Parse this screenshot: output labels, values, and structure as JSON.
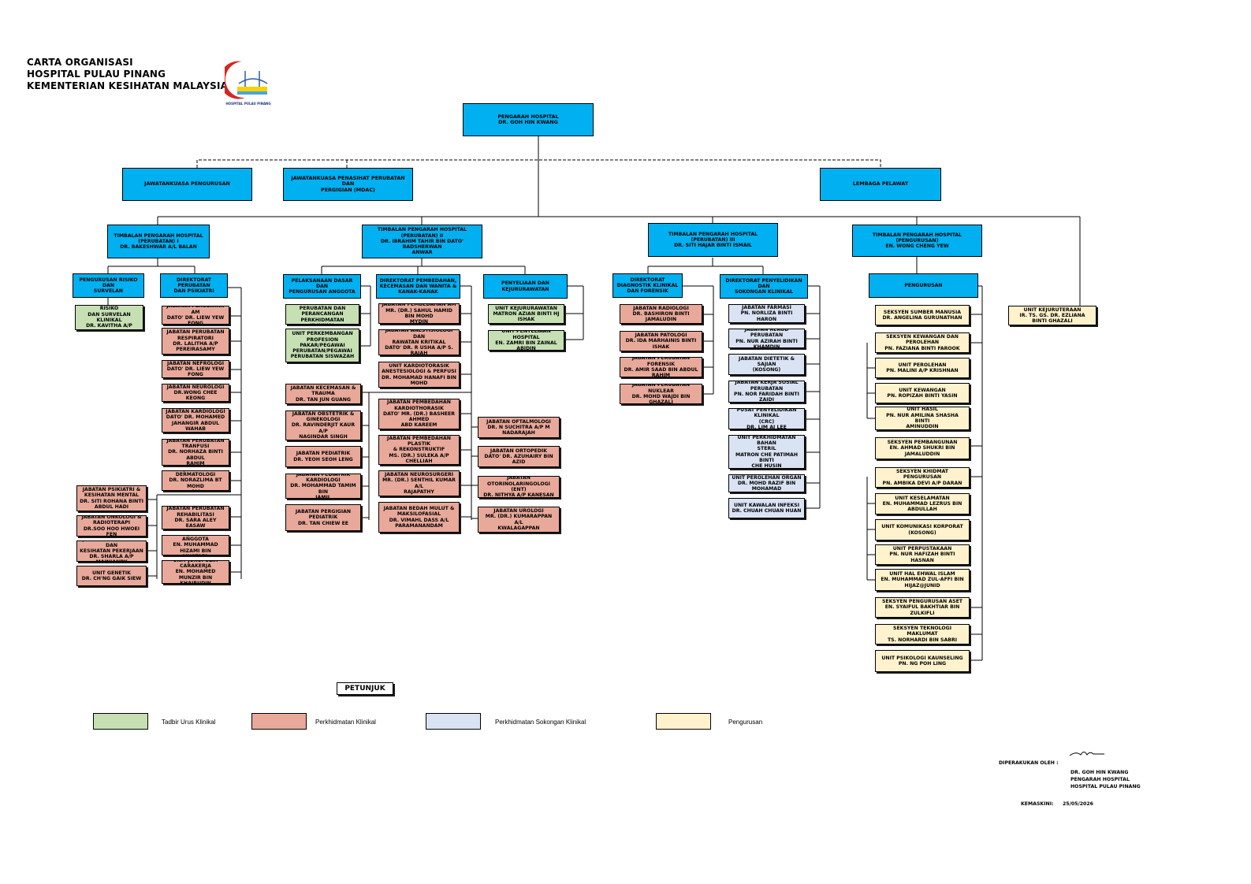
{
  "header": {
    "line1": "CARTA ORGANISASI",
    "line2": "HOSPITAL PULAU PINANG",
    "line3": "KEMENTERIAN KESIHATAN MALAYSIA",
    "logo_caption": "HOSPITAL PULAU PINANG"
  },
  "colors": {
    "blue": "#00b0f0",
    "green": "#c6e0b4",
    "salmon": "#e8a99a",
    "lightblue": "#dae3f3",
    "yellow": "#fff2cc"
  },
  "top": {
    "director": "PENGARAH HOSPITAL\nDR. GOH HIN KWANG",
    "committee_management": "JAWATANKUASA PENGURUSAN",
    "committee_ethics": "JAWATANKUASA PENASIHAT PERUBATAN DAN\nPERGIGIAN (MDAC)",
    "visitors_board": "LEMBAGA PELAWAT"
  },
  "deputies": {
    "medical1": "TIMBALAN PENGARAH HOSPITAL\n(PERUBATAN) I\nDR. BAKESHWAR A/L BALAN",
    "medical2": "TIMBALAN PENGARAH HOSPITAL\n(PERUBATAN) II\nDR. IBRAHIM TAHIR BIN DATO' BADSHERWAN\nANWAR",
    "medical3": "TIMBALAN PENGARAH HOSPITAL\n(PERUBATAN) III\nDR. SITI HAJAR BINTI ISMAIL",
    "management": "TIMBALAN PENGARAH HOSPITAL\n(PENGURUSAN)\nEN. WONG CHENG YEW"
  },
  "divisions": {
    "risk": "PENGURUSAN RISIKO DAN\nSURVELAN",
    "medicine": "DIREKTORAT PERUBATAN\nDAN PSIKIATRI",
    "training": "PELAKSANAAN DASAR DAN\nPENGURUSAN ANGGOTA",
    "surgery": "DIREKTORAT PEMBEDAHAN,\nKECEMASAN DAN WANITA &\nKANAK-KANAK",
    "nursing": "PENYELIAAN DAN\nKEJURURAWATAN",
    "diagnostic": "DIREKTORAT DIAGNOSTIK KLINIKAL\nDAN FORENSIK",
    "clinical_support": "DIREKTORAT PENYELIDIKAN DAN\nSOKONGAN KLINIKAL",
    "mgmt": "PENGURUSAN"
  },
  "units": {
    "risk_unit": "UNIT PENGURUSAN RISIKO\nDAN SURVELAN KLINIKAL\nDR. KAVITHA A/P\nSHANMUGAM",
    "med": [
      "JABATAN PERUBATAN AM\nDATO' DR. LIEW YEW FONG",
      "JABATAN PERUBATAN\nRESPIRATORI\nDR. LALITHA A/P\nPEREIRASAMY",
      "JABATAN NEFROLOGI\nDATO' DR. LIEW YEW FONG",
      "JABATAN NEUROLOGI\nDR.WONG CHEE KEONG",
      "JABATAN KARDIOLOGI\nDATO' DR. MOHAMED\nJAHANGIR ABDUL WAHAB",
      "JABATAN PERUBATAN\nTRANFUSI\nDR. NORHAZA BINTI ABDUL\nRAHIM",
      "JABATAN DERMATOLOGI\nDR. NORAZLIMA BT MOHD\nALI",
      "JABATAN PERUBATAN\nREHABILITASI\nDR. SARA ALEY EASAW",
      "UNIT JURUPULIH ANGGOTA\nEN. MUHAMMAD HIZAMI BIN\nMUSTAFA",
      "UNIT JURUPULIH\nCARAKERJA\nEN. MOHAMED MUNZIR BIN\nKHAIRUDIN"
    ],
    "med_left": [
      "JABATAN PSIKIATRI &\nKESIHATAN MENTAL\nDR. SITI ROHANA BINTI\nABDUL HADI",
      "JABATAN ONKOLOGI &\nRADIOTERAPI\nDR.SOO HOO HWOEI FEN",
      "JABATAN PERUBATAN DAN\nKESIHATAN PEKERJAAN\nDR. SHARLA A/P MAINIANDY",
      "UNIT GENETIK\nDR. CH'NG GAIK SIEW"
    ],
    "training": [
      "UNIT DASAR PERUBATAN DAN\nPERANCANGAN\nPERKHIDMATAN KLINIKAL",
      "UNIT PERKEMBANGAN\nPROFESION PAKAR/PEGAWAI\nPERUBATAN/PEGAWAI\nPERUBATAN SISWAZAH"
    ],
    "surgery_top": [
      "JABATAN PEMBEDAHAN AM\nMR. (DR.) SAHUL HAMID BIN MOHD\nMYDIN",
      "JABATAN ANESTISIOLOGI DAN\nRAWATAN KRITIKAL\nDATO' DR. R USHA A/P S. RAJAH",
      "UNIT KARDIOTORASIK\nANESTESIOLOGI & PERFUSI\nDR. MOHAMAD HANAFI BIN MOHD"
    ],
    "surgery_left": [
      "JABATAN KECEMASAN &\nTRAUMA\nDR. TAN JUN GUANG",
      "JABATAN OBSTETRIK &\nGINEKOLOGI\nDR. RAVINDERJIT KAUR A/P\nNAGINDAR SINGH",
      "JABATAN PEDIATRIK\nDR. YEOH SEOH LENG",
      "JABATAN PEDIATRIK\nKARDIOLOGI\nDR. MOHAMMAD TAMIM BIN\nJAMIL",
      "JABATAN PERGIGIAN PEDIATRIK\nDR. TAN CHIEW EE"
    ],
    "surgery_mid": [
      "JABATAN PEMBEDAHAN\nKARDIOTHORASIK\nDATO' MR. (DR.) BASHEER AHMED\nABD KAREEM",
      "JABATAN PEMBEDAHAN PLASTIK\n& REKONSTRUKTIF\nMS. (DR.) SULEKA A/P CHELLIAH",
      "JABATAN NEUROSURGERI\nMR. (DR.) SENTHIL KUMAR A/L\nRAJAPATHY",
      "JABATAN BEDAH MULUT &\nMAKSILOFASIAL\nDR. VIMAHL DASS A/L\nPARAMANANDAM"
    ],
    "surgery_right": [
      "JABATAN OFTALMOLOGI\nDR. N SUCHITRA A/P M\nNADARAJAH",
      "JABATAN ORTOPEDIK\nDATO' DR. AZUHAIRY BIN AZID",
      "JABATAN OTORINOLARINGOLOGI\n(ENT)\nDR. NITHYA A/P KANESAN",
      "JABATAN UROLOGI\nMR. (DR.) KUMARAPPAN A/L\nKWALAGAPPAN"
    ],
    "nursing": [
      "UNIT KEJURURAWATAN\nMATRON AZIAN BINTI HJ ISHAK",
      "UNIT PENYELIAAN HOSPITAL\nEN. ZAMRI BIN ZAINAL ABIDIN"
    ],
    "diagnostic": [
      "JABATAN RADIOLOGI\nDR. BASHIRON BINTI JAMALUDIN",
      "JABATAN PATOLOGI\nDR. IDA MARHAINIS BINTI ISHAK",
      "JABATAN PERUBATAN FORENSIK\nDR. AMIR SAAD BIN ABDUL RAHIM",
      "JABATAN PERUBATAN NUKLEAR\nDR. MOHD WAJDI BIN GHAZALI"
    ],
    "support": [
      "JABATAN FARMASI\nPN. NORLIZA BINTI HARON",
      "JABATAN REKOD PERUBATAN\nPN. NUR AZIRAH BINTI KHAMDIN",
      "JABATAN DIETETIK & SAJIAN\n(KOSONG)",
      "JABATAN KERJA SOSIAL\nPERUBATAN\nPN. NOR FARIDAH BINTI ZAIDI",
      "PUSAT PENYELIDIKAN KLINIKAL\n(CRC)\nDR. LIM AI LEE",
      "UNIT PERKHIDMATAN BAHAN\nSTERIL\nMATRON CHE PATIMAH BINTI\nCHE HUSIN",
      "UNIT PEROLEHAN ORGAN\nDR. MOHD RAZIF BIN MOHAMAD",
      "UNIT KAWALAN INFEKSI\nDR. CHUAH CHUAN HUAN"
    ],
    "mgmt": [
      "SEKSYEN SUMBER MANUSIA\nDR. ANGELINA GURUNATHAN",
      "SEKSYEN KEWANGAN DAN PEROLEHAN\nPN. FAZIANA BINTI FAROOK",
      "UNIT PEROLEHAN\nPN. MALINI A/P KRISHNAN",
      "UNIT KEWANGAN\nPN. ROPIZAH BINTI YASIN",
      "UNIT HASIL\nPN. NUR AMILINA SHASHA BINTI\nAMINUDDIN",
      "SEKSYEN PEMBANGUNAN\nEN. AHMAD SHUKRI BIN JAMALUDDIN",
      "SEKSYEN KHIDMAT PENGURUSAN\nPN. AMBIKA DEVI A/P DARAN",
      "UNIT KESELAMATAN\nEN. MUHAMMAD LEZRUS BIN ABDULLAH",
      "UNIT KOMUNIKASI KORPORAT\n(KOSONG)",
      "UNIT PERPUSTAKAAN\nPN. NUR HAFIZAH BINTI HASNAN",
      "UNIT HAL EHWAL ISLAM\nEN. MUHAMMAD ZUL-AFFI BIN\nHIJAZ@JUNID",
      "SEKSYEN PENGURUSAN ASET\nEN. SYAIFUL BAKHTIAR BIN ZULKIFLI",
      "SEKSYEN TEKNOLOGI MAKLUMAT\nTS. NORHARDI BIN SABRI",
      "UNIT PSIKOLOGI KAUNSELING\nPN. NG POH LING"
    ],
    "engineering": "UNIT KEJURUTERAAN\nIR. TS. GS. DR. EZLIANA BINTI GHAZALI"
  },
  "legend": {
    "title": "PETUNJUK",
    "items": [
      {
        "label": "Tadbir Urus Klinikal",
        "color": "#c6e0b4"
      },
      {
        "label": "Perkhidmatan Klinikal",
        "color": "#e8a99a"
      },
      {
        "label": "Perkhidmatan Sokongan Klinikal",
        "color": "#dae3f3"
      },
      {
        "label": "Pengurusan",
        "color": "#fff2cc"
      }
    ]
  },
  "footer": {
    "approved_label": "DIPERAKUKAN OLEH :",
    "approver_name": "DR. GOH HIN KWANG",
    "approver_title": "PENGARAH HOSPITAL",
    "approver_org": "HOSPITAL PULAU PINANG",
    "updated_label": "KEMASKINI:",
    "updated_date": "25/05/2026"
  }
}
